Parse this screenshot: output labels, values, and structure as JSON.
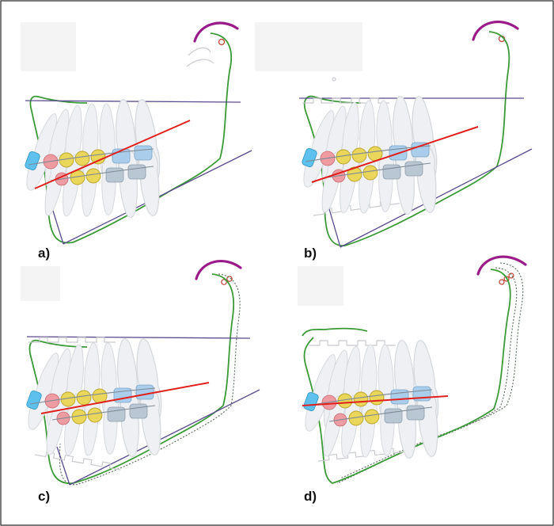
{
  "panels": [
    {
      "id": "a",
      "label": "a)"
    },
    {
      "id": "b",
      "label": "b)"
    },
    {
      "id": "c",
      "label": "c)"
    },
    {
      "id": "d",
      "label": "d)"
    }
  ],
  "colors": {
    "mandible_outline": "#3a9a36",
    "occlusal_plane": "#e0201c",
    "reference_lines": "#5a4a8e",
    "glenoid_fossa": "#9a1a8a",
    "condyle": "#c0392b",
    "bracket_yellow": "#e9d65a",
    "bracket_pink": "#ee9ca2",
    "bracket_cyan": "#5ec0ec",
    "bracket_blue": "#a9cdea",
    "bracket_gray": "#b9c6d3"
  }
}
